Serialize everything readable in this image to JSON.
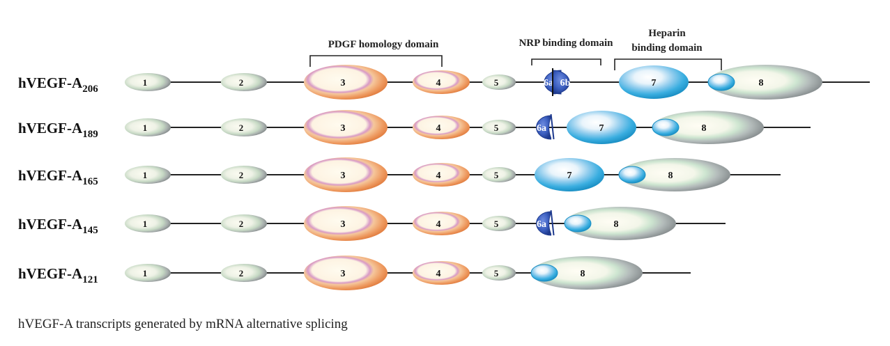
{
  "domains": {
    "pdgf": "PDGF homology domain",
    "nrp": "NRP binding domain",
    "heparin_line1": "Heparin",
    "heparin_line2": "binding domain"
  },
  "caption": "hVEGF-A transcripts generated by mRNA alternative splicing",
  "isoforms": [
    {
      "prefix": "hVEGF-A",
      "subscript": "206",
      "exons": [
        "1",
        "2",
        "3",
        "4",
        "5",
        "6a",
        "6b",
        "7",
        "8"
      ]
    },
    {
      "prefix": "hVEGF-A",
      "subscript": "189",
      "exons": [
        "1",
        "2",
        "3",
        "4",
        "5",
        "6a",
        "7",
        "8"
      ]
    },
    {
      "prefix": "hVEGF-A",
      "subscript": "165",
      "exons": [
        "1",
        "2",
        "3",
        "4",
        "5",
        "7",
        "8"
      ]
    },
    {
      "prefix": "hVEGF-A",
      "subscript": "145",
      "exons": [
        "1",
        "2",
        "3",
        "4",
        "5",
        "6a",
        "8"
      ]
    },
    {
      "prefix": "hVEGF-A",
      "subscript": "121",
      "exons": [
        "1",
        "2",
        "3",
        "4",
        "5",
        "8"
      ]
    }
  ],
  "colors": {
    "grey_exon": "#a7adad",
    "orange_exon": "#e8834a",
    "pink_ring": "#d38fbe",
    "blue_exon": "#2aa6d8",
    "navy_exon": "#2c4ea6",
    "line": "#222222"
  }
}
